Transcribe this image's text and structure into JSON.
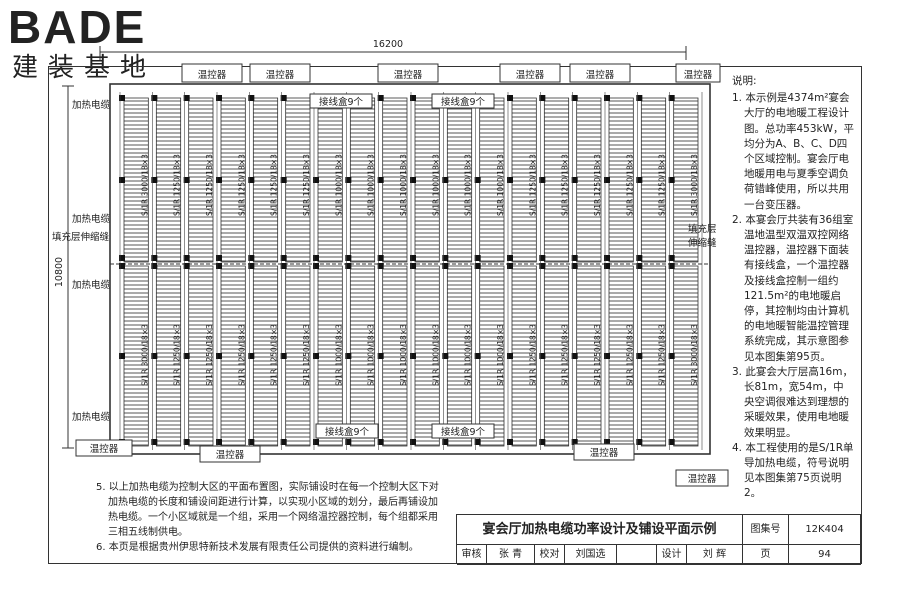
{
  "logo": {
    "word": "BADE",
    "cn": "建装基地"
  },
  "dimensions": {
    "width": "16200",
    "height": "10800"
  },
  "controllers": [
    "温控器",
    "温控器",
    "温控器",
    "温控器",
    "温控器",
    "温控器",
    "温控器",
    "温控器",
    "温控器",
    "温控器"
  ],
  "labels": {
    "heating_cable": "加热电缆",
    "fill_joint": "填充层伸缩缝",
    "fill_joint_right_1": "填充层",
    "fill_joint_right_2": "伸缩缝",
    "junction_box": "接线盒9个"
  },
  "cable_specs": [
    "S/1R 3000/18×3",
    "S/1R 1250/18×3",
    "S/1R 1000/18×3"
  ],
  "notes": {
    "title": "说明:",
    "items": [
      "1. 本示例是4374m²宴会大厅的电地暖工程设计图。总功率453kW，平均分为A、B、C、D四个区域控制。宴会厅电地暖用电与夏季空调负荷错峰使用，所以共用一台变压器。",
      "2. 本宴会厅共装有36组室温地温型双温双控网络温控器，温控器下面装有接线盒，一个温控器及接线盒控制一组约121.5m²的电地暖启停，其控制均由计算机的电地暖智能温控管理系统完成，其示意图参见本图集第95页。",
      "3. 此宴会大厅层高16m，长81m，宽54m，中央空调很难达到理想的采暖效果，使用电地暖效果明显。",
      "4. 本工程使用的是S/1R单导加热电缆，符号说明见本图集第75页说明2。"
    ]
  },
  "bottom_notes": [
    "5. 以上加热电缆为控制大区的平面布置图，实际铺设时在每一个控制大区下对加热电缆的长度和铺设间距进行计算，以实现小区域的划分，最后再铺设加热电缆。一个小区域就是一个组，采用一个网络温控器控制，每个组都采用三相五线制供电。",
    "6. 本页是根据贵州伊思特新技术发展有限责任公司提供的资料进行编制。"
  ],
  "title_block": {
    "title": "宴会厅加热电缆功率设计及铺设平面示例",
    "atlas_label": "图集号",
    "atlas_no": "12K404",
    "review_label": "审核",
    "reviewer": "张 青",
    "check_label": "校对",
    "checker": "刘国选",
    "design_label": "设计",
    "designer": "刘 辉",
    "page_label": "页",
    "page_no": "94"
  }
}
